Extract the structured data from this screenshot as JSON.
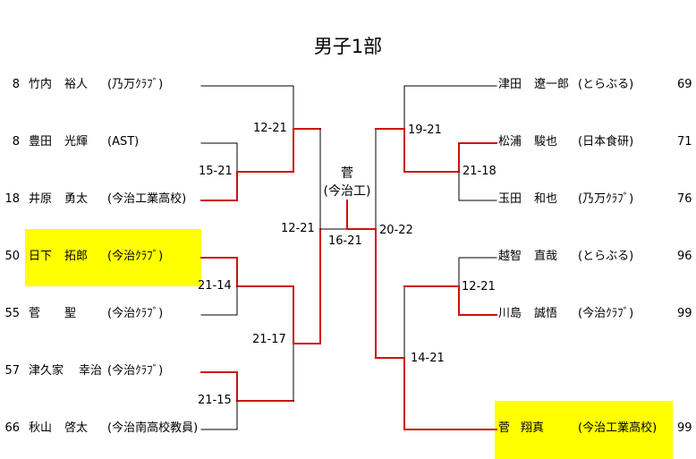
{
  "title": "男子1部",
  "colors": {
    "win": "#cc1111",
    "line": "#000000",
    "highlight": "#ffff00"
  },
  "champion": {
    "name": "菅",
    "club": "(今治工)"
  },
  "left_players": [
    {
      "num": "8",
      "family": "竹内",
      "given": "裕人",
      "club": "(乃万ｸﾗﾌﾞ)"
    },
    {
      "num": "8",
      "family": "豊田",
      "given": "光輝",
      "club": "(AST)"
    },
    {
      "num": "18",
      "family": "井原",
      "given": "勇太",
      "club": "(今治工業高校)"
    },
    {
      "num": "50",
      "family": "日下",
      "given": "拓郎",
      "club": "(今治ｸﾗﾌﾞ)"
    },
    {
      "num": "55",
      "family": "菅",
      "given": "聖",
      "club": "(今治ｸﾗﾌﾞ)"
    },
    {
      "num": "57",
      "family": "津久家",
      "given": "幸治",
      "club": "(今治ｸﾗﾌﾞ)"
    },
    {
      "num": "66",
      "family": "秋山",
      "given": "啓太",
      "club": "(今治南高校教員)"
    }
  ],
  "right_players": [
    {
      "num": "69",
      "family": "津田",
      "given": "遼一郎",
      "club": "(とらぶる)"
    },
    {
      "num": "71",
      "family": "松浦",
      "given": "駿也",
      "club": "(日本食研)"
    },
    {
      "num": "76",
      "family": "玉田",
      "given": "和也",
      "club": "(乃万ｸﾗﾌﾞ)"
    },
    {
      "num": "96",
      "family": "越智",
      "given": "直哉",
      "club": "(とらぶる)"
    },
    {
      "num": "99",
      "family": "川島",
      "given": "誠悟",
      "club": "(今治ｸﾗﾌﾞ)"
    },
    {
      "num": "99",
      "family": "菅",
      "given": "翔真",
      "club": "(今治工業高校)"
    }
  ],
  "scores": {
    "l_r1_a": "15-21",
    "l_r2_a": "12-21",
    "l_r1_b": "21-14",
    "l_r1_c": "21-15",
    "l_r2_b": "21-17",
    "l_sf": "12-21",
    "final": "16-21",
    "r_sf": "20-22",
    "r_r2_a": "19-21",
    "r_r1_a": "21-18",
    "r_r1_b": "12-21",
    "r_r2_b": "14-21"
  }
}
